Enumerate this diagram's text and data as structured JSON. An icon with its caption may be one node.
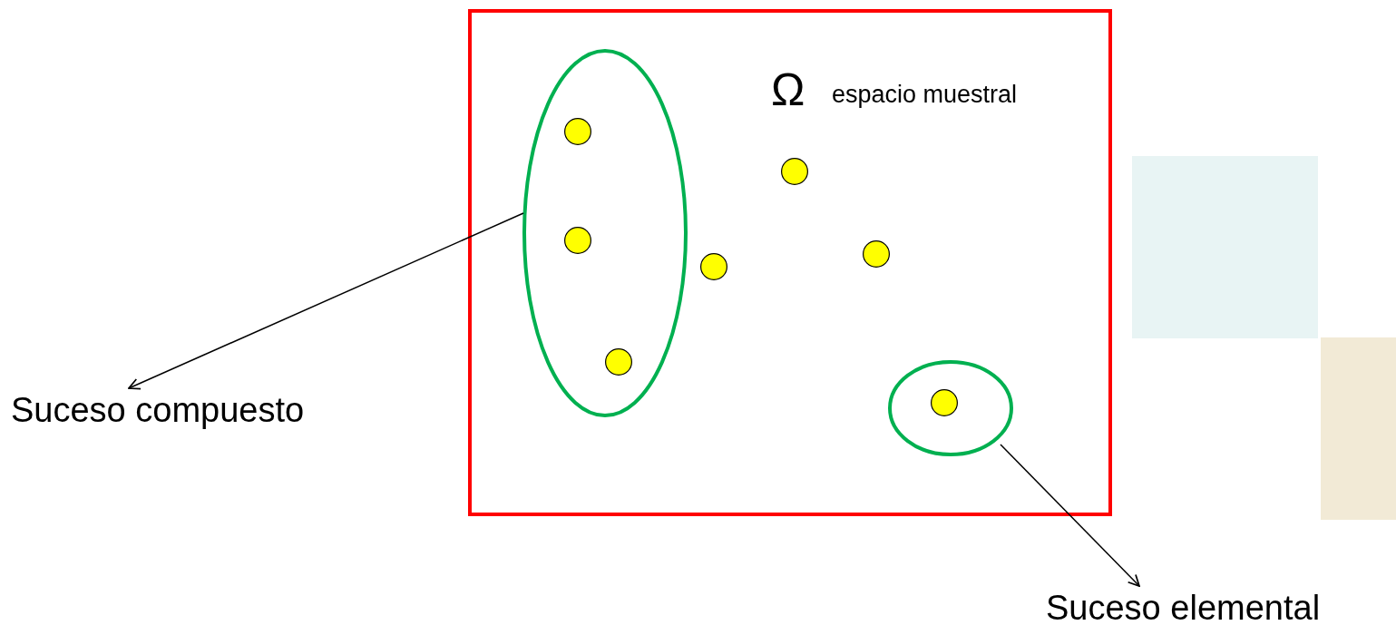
{
  "diagram": {
    "nodes": [
      {
        "text": [
          "Ω",
          "espacio muestral"
        ]
      },
      {
        "text": [],
        "shape": "ellipse",
        "in": 0
      },
      {
        "text": [],
        "shape": "circle",
        "in": 1
      },
      {
        "text": [],
        "shape": "circle",
        "in": 1
      },
      {
        "text": [],
        "shape": "circle",
        "in": 1
      },
      {
        "text": [],
        "shape": "circle",
        "in": 0
      },
      {
        "text": [],
        "shape": "circle",
        "in": 0
      },
      {
        "text": [],
        "shape": "circle",
        "in": 0
      },
      {
        "text": [],
        "shape": "ellipse",
        "in": 0
      },
      {
        "text": [],
        "shape": "circle",
        "in": 8
      },
      {
        "text": [
          "Suceso compuesto"
        ]
      },
      {
        "text": [
          "Suceso elemental"
        ]
      }
    ],
    "edges": [
      {
        "from": 1,
        "to": 10,
        "arrow": "to"
      },
      {
        "from": 8,
        "to": 11,
        "arrow": "to"
      }
    ]
  }
}
